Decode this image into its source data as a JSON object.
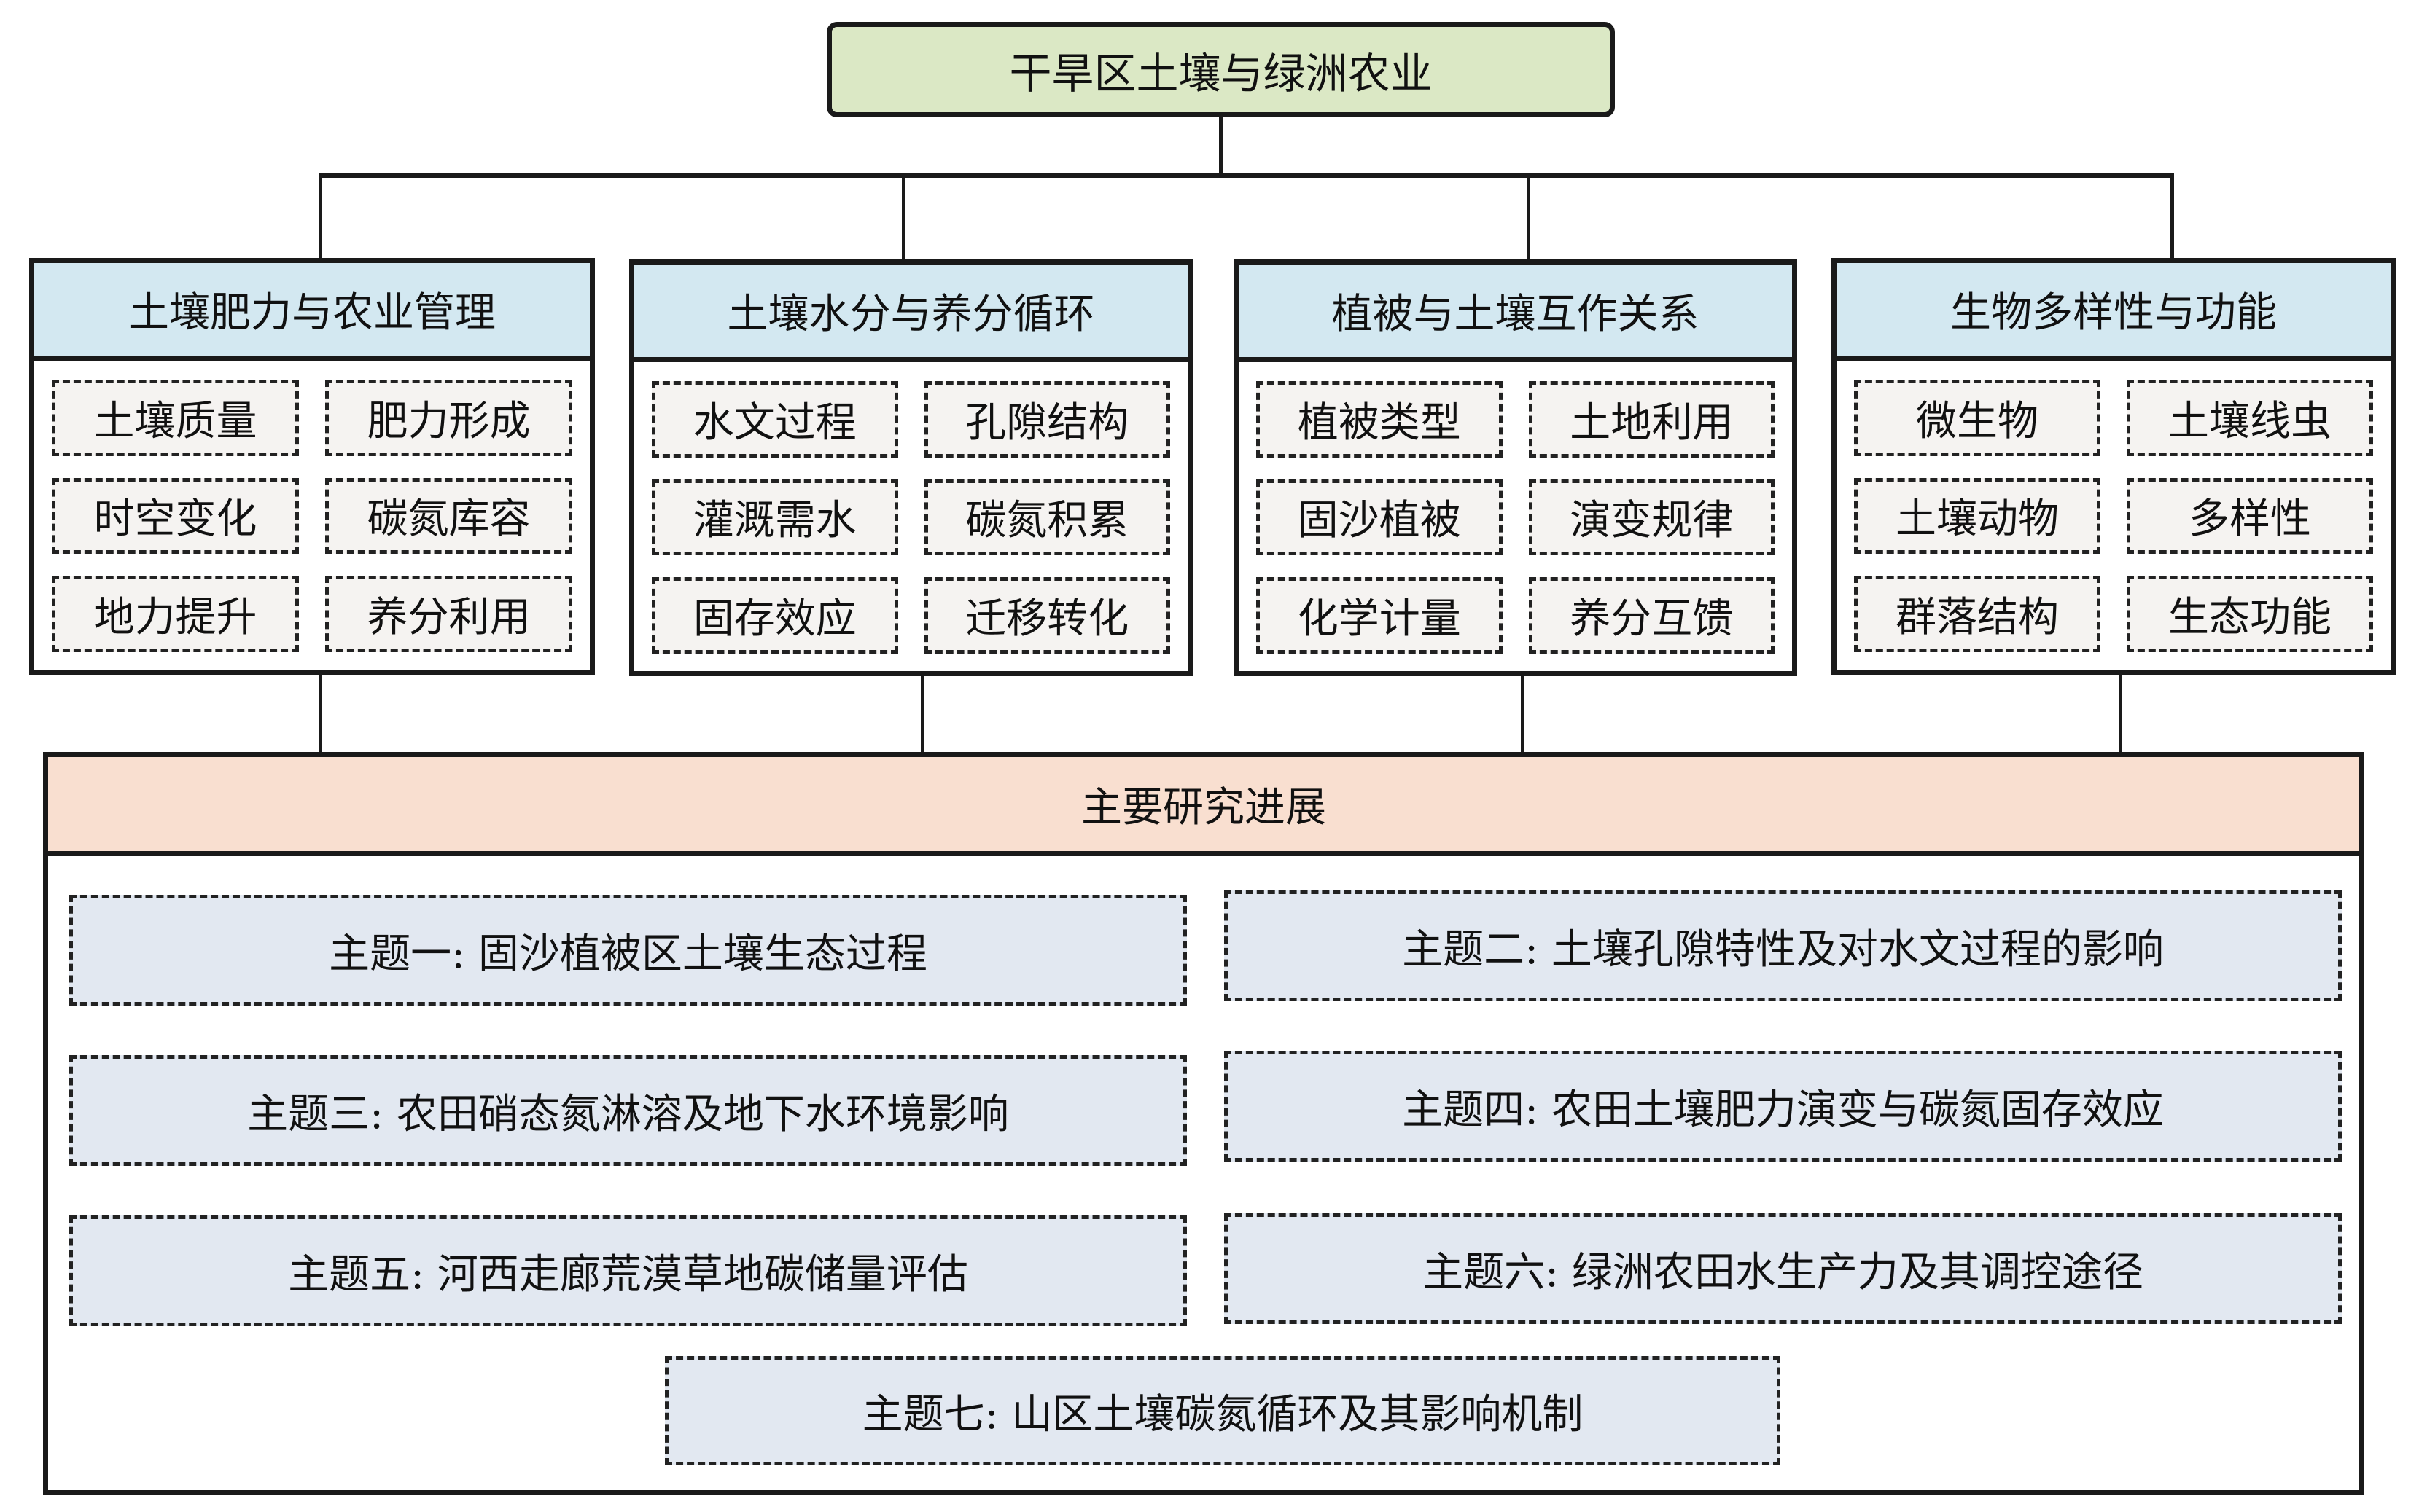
{
  "root": {
    "title": "干旱区土壤与绿洲农业"
  },
  "categories": [
    {
      "title": "土壤肥力与农业管理",
      "items": [
        "土壤质量",
        "肥力形成",
        "时空变化",
        "碳氮库容",
        "地力提升",
        "养分利用"
      ]
    },
    {
      "title": "土壤水分与养分循环",
      "items": [
        "水文过程",
        "孔隙结构",
        "灌溉需水",
        "碳氮积累",
        "固存效应",
        "迁移转化"
      ]
    },
    {
      "title": "植被与土壤互作关系",
      "items": [
        "植被类型",
        "土地利用",
        "固沙植被",
        "演变规律",
        "化学计量",
        "养分互馈"
      ]
    },
    {
      "title": "生物多样性与功能",
      "items": [
        "微生物",
        "土壤线虫",
        "土壤动物",
        "多样性",
        "群落结构",
        "生态功能"
      ]
    }
  ],
  "progress": {
    "title": "主要研究进展",
    "themes": [
      "主题一: 固沙植被区土壤生态过程",
      "主题二: 土壤孔隙特性及对水文过程的影响",
      "主题三: 农田硝态氮淋溶及地下水环境影响",
      "主题四: 农田土壤肥力演变与碳氮固存效应",
      "主题五: 河西走廊荒漠草地碳储量评估",
      "主题六: 绿洲农田水生产力及其调控途径",
      "主题七: 山区土壤碳氮循环及其影响机制"
    ]
  },
  "colors": {
    "root_fill": "#dbe8c5",
    "category_header_fill": "#d3e8f1",
    "item_fill": "#f5f3f1",
    "progress_header_fill": "#f9dfd0",
    "theme_fill": "#e2e8f1",
    "stroke": "#1a1a1a"
  }
}
